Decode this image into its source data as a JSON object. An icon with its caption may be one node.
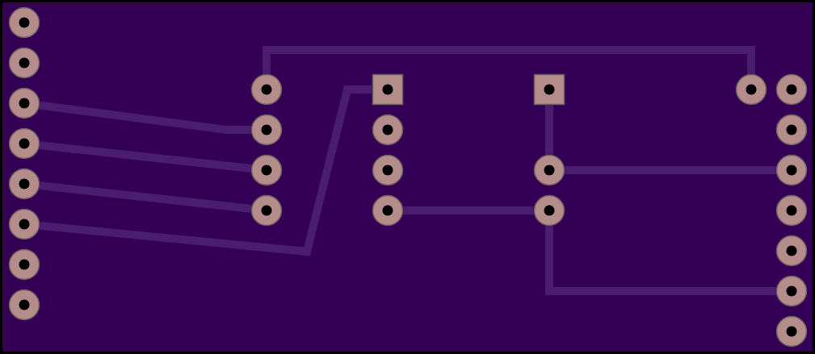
{
  "diagram": {
    "nodes": [
      {
        "text": [],
        "shape": "circle"
      },
      {
        "text": [],
        "shape": "circle"
      },
      {
        "text": [],
        "shape": "circle"
      },
      {
        "text": [],
        "shape": "circle"
      },
      {
        "text": [],
        "shape": "circle"
      },
      {
        "text": [],
        "shape": "circle"
      },
      {
        "text": [],
        "shape": "circle"
      },
      {
        "text": [],
        "shape": "circle"
      },
      {
        "text": [],
        "shape": "circle"
      },
      {
        "text": [],
        "shape": "circle"
      },
      {
        "text": [],
        "shape": "circle"
      },
      {
        "text": [],
        "shape": "circle"
      },
      {
        "text": [],
        "shape": "box"
      },
      {
        "text": [],
        "shape": "circle"
      },
      {
        "text": [],
        "shape": "circle"
      },
      {
        "text": [],
        "shape": "circle"
      },
      {
        "text": [],
        "shape": "box"
      },
      {
        "text": [],
        "shape": "circle"
      },
      {
        "text": [],
        "shape": "circle"
      },
      {
        "text": [],
        "shape": "circle"
      },
      {
        "text": [],
        "shape": "circle"
      },
      {
        "text": [],
        "shape": "circle"
      },
      {
        "text": [],
        "shape": "circle"
      },
      {
        "text": [],
        "shape": "circle"
      },
      {
        "text": [],
        "shape": "circle"
      },
      {
        "text": [],
        "shape": "circle"
      },
      {
        "text": [],
        "shape": "circle"
      }
    ],
    "edges": [
      {
        "from": 2,
        "to": 9,
        "arrow": "none"
      },
      {
        "from": 3,
        "to": 10,
        "arrow": "none"
      },
      {
        "from": 4,
        "to": 11,
        "arrow": "none"
      },
      {
        "from": 5,
        "to": 12,
        "arrow": "none"
      },
      {
        "from": 8,
        "to": 19,
        "arrow": "none"
      },
      {
        "from": 16,
        "to": 17,
        "arrow": "none"
      },
      {
        "from": 17,
        "to": 22,
        "arrow": "none"
      },
      {
        "from": 15,
        "to": 18,
        "arrow": "none"
      },
      {
        "from": 18,
        "to": 25,
        "arrow": "none"
      }
    ]
  }
}
